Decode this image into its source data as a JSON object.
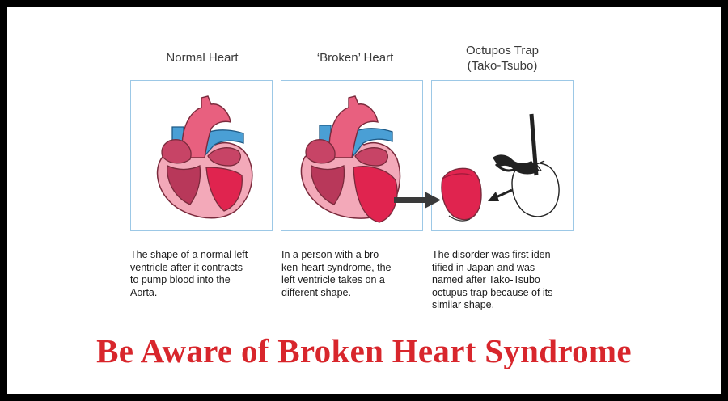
{
  "panels": [
    {
      "title_lines": [
        "Normal Heart"
      ],
      "caption_lines": [
        "The shape of a normal left",
        "ventricle after it contracts",
        "to pump blood into the",
        "Aorta."
      ]
    },
    {
      "title_lines": [
        "‘Broken’ Heart"
      ],
      "caption_lines": [
        "In a person with a bro-",
        "ken-heart syndrome, the",
        "left ventricle takes on a",
        "different shape."
      ]
    },
    {
      "title_lines": [
        "Octupos Trap",
        "(Tako-Tsubo)"
      ],
      "caption_lines": [
        "The disorder was first iden-",
        "tified in Japan and was",
        "named after Tako-Tsubo",
        "octupus trap because of its",
        "similar shape."
      ]
    }
  ],
  "headline": "Be Aware of Broken Heart Syndrome",
  "colors": {
    "headline": "#d8262c",
    "box_border": "#9cc8e6",
    "heart_pink": "#e8607f",
    "heart_blue": "#4a9fd5",
    "ventricle_red": "#e0244f",
    "muscle_dark": "#b8385a"
  }
}
